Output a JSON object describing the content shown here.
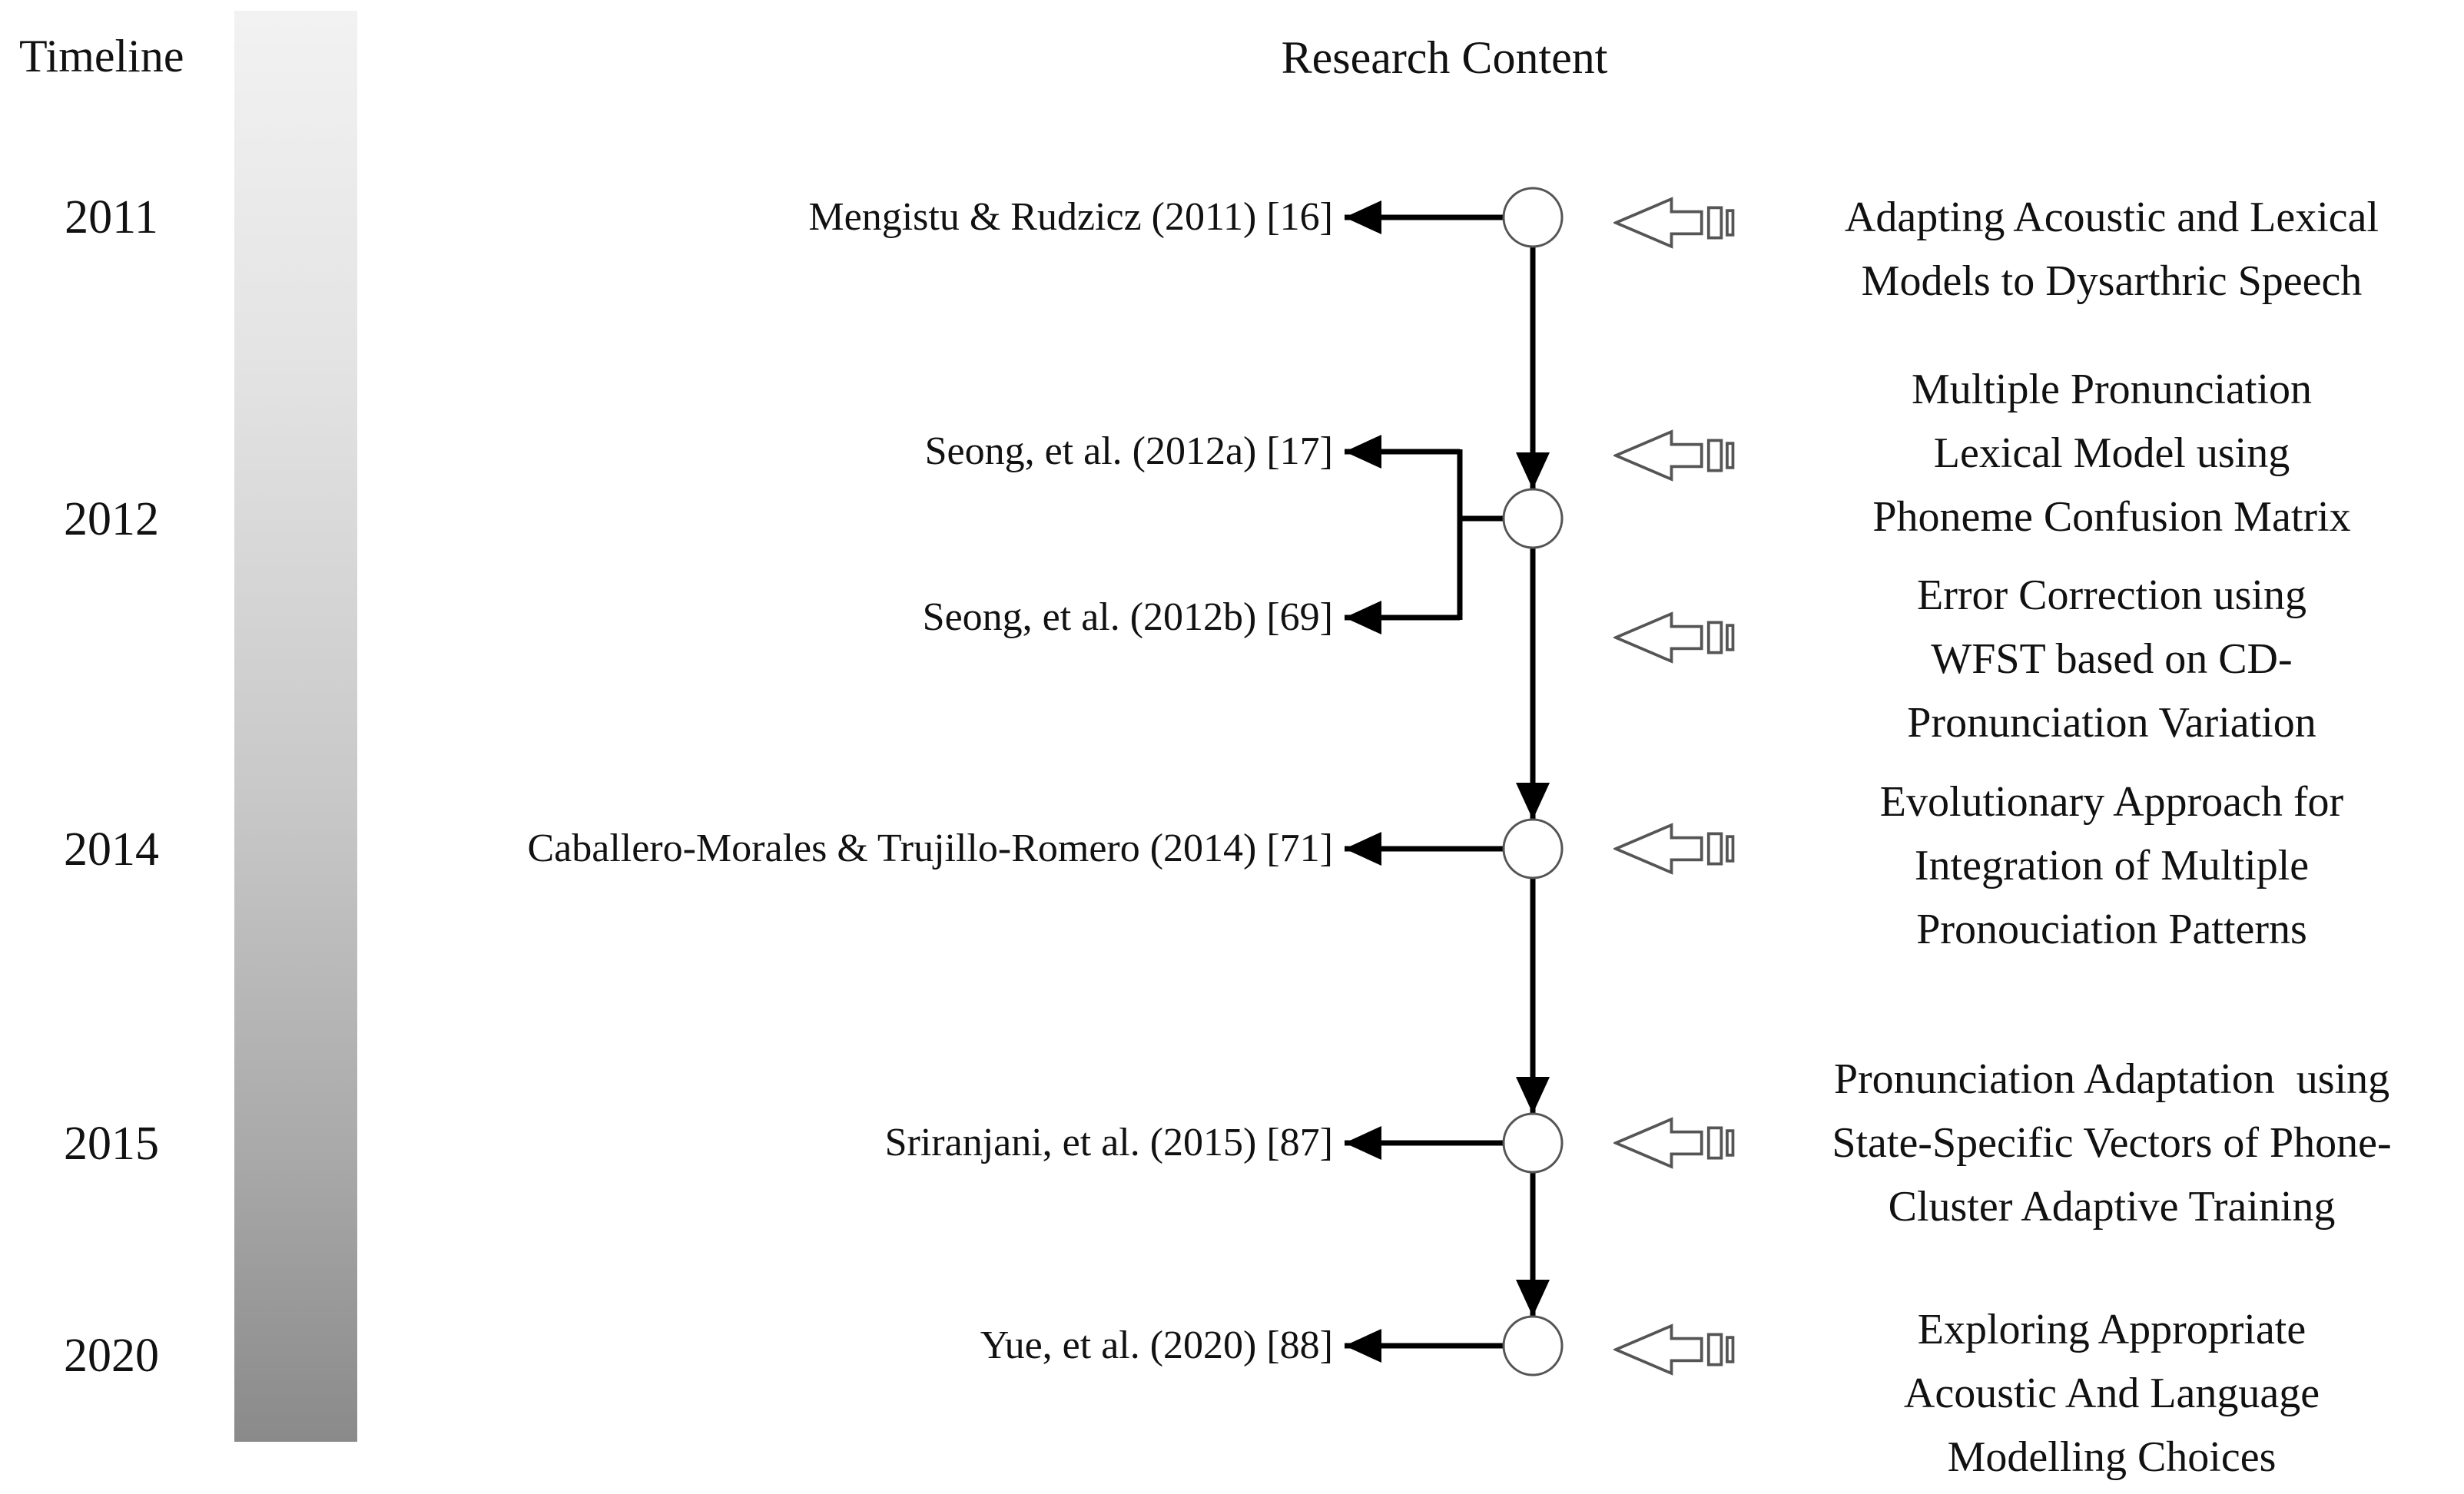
{
  "header": {
    "timeline": "Timeline",
    "research_content": "Research Content"
  },
  "timeline_bar": {
    "top_color": "#f2f2f2",
    "bottom_color": "#8a8a8a"
  },
  "years": [
    "2011",
    "2012",
    "2014",
    "2015",
    "2020"
  ],
  "entries": [
    {
      "citation": "Mengistu & Rudzicz (2011) [16]",
      "content": "Adapting Acoustic and Lexical\nModels to Dysarthric Speech"
    },
    {
      "citation": "Seong, et al. (2012a) [17]",
      "content": "Multiple Pronunciation\nLexical Model using\nPhoneme Confusion Matrix"
    },
    {
      "citation": "Seong, et al. (2012b) [69]",
      "content": "Error Correction using\nWFST based on CD-\nPronunciation Variation"
    },
    {
      "citation": "Caballero-Morales & Trujillo-Romero (2014) [71]",
      "content": "Evolutionary Approach for\nIntegration of Multiple\nPronouciation Patterns"
    },
    {
      "citation": "Sriranjani, et al. (2015) [87]",
      "content": "Pronunciation Adaptation  using\nState-Specific Vectors of Phone-\nCluster Adaptive Training"
    },
    {
      "citation": "Yue, et al. (2020) [88]",
      "content": "Exploring Appropriate\nAcoustic And Language\nModelling Choices"
    }
  ],
  "icons": {
    "pointer": "hollow-left-block-arrow"
  }
}
